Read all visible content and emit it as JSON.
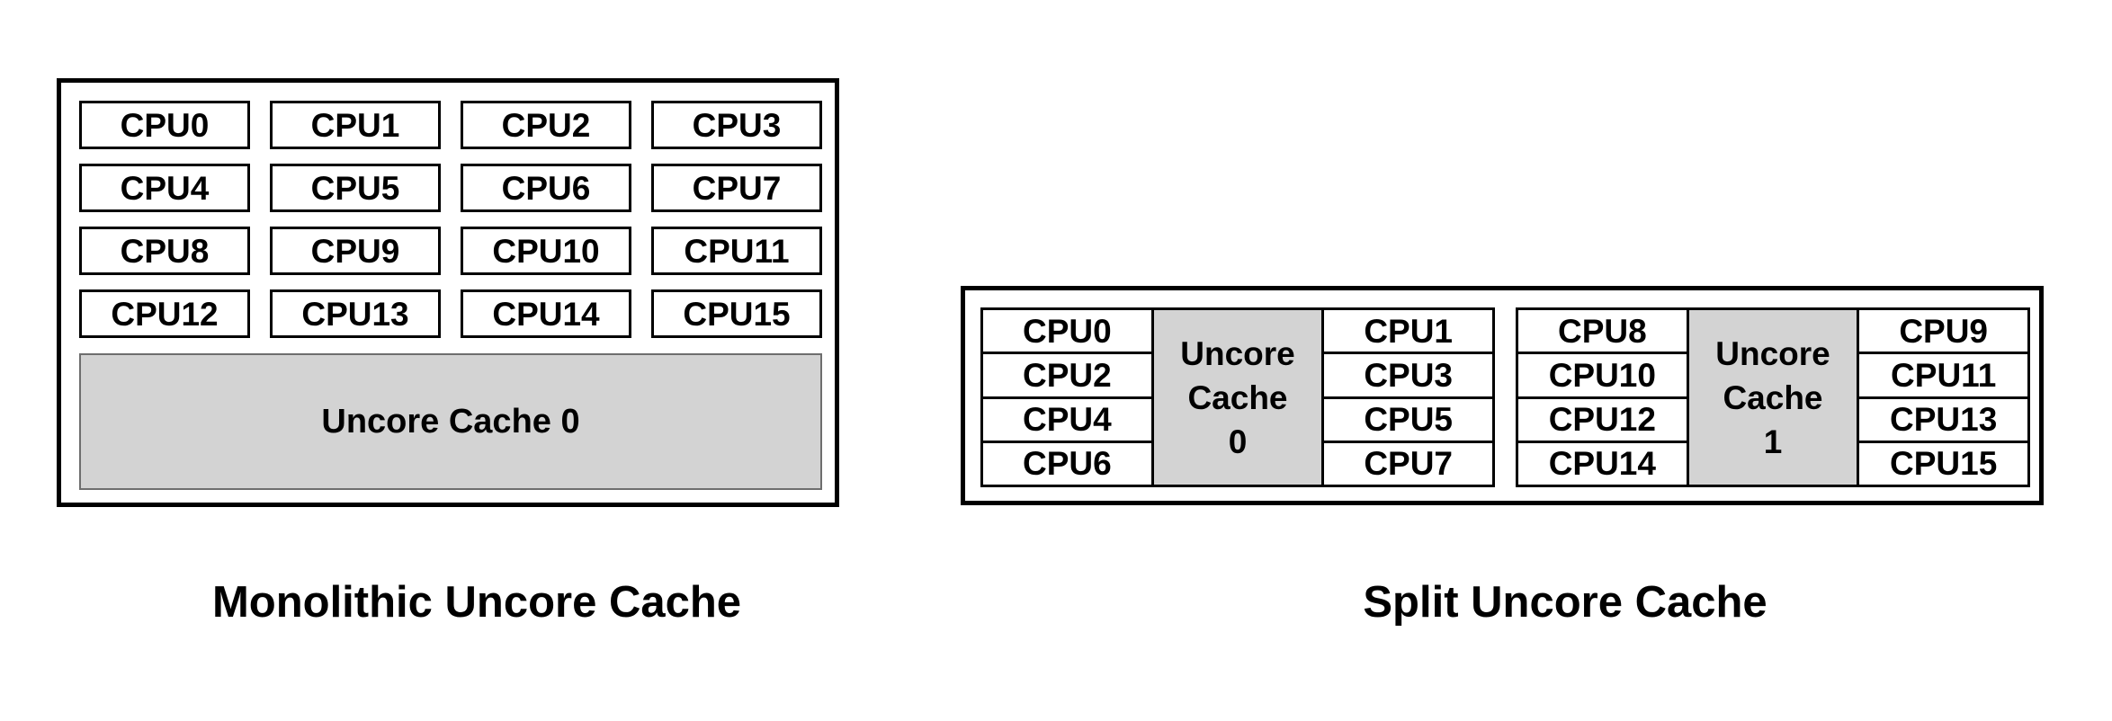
{
  "colors": {
    "background": "#ffffff",
    "border": "#000000",
    "cache_fill": "#d3d3d3",
    "text": "#000000"
  },
  "monolithic": {
    "caption": "Monolithic Uncore Cache",
    "cache_label": "Uncore Cache 0",
    "cpus": [
      "CPU0",
      "CPU1",
      "CPU2",
      "CPU3",
      "CPU4",
      "CPU5",
      "CPU6",
      "CPU7",
      "CPU8",
      "CPU9",
      "CPU10",
      "CPU11",
      "CPU12",
      "CPU13",
      "CPU14",
      "CPU15"
    ]
  },
  "split": {
    "caption": "Split Uncore Cache",
    "clusters": [
      {
        "left_cpus": [
          "CPU0",
          "CPU2",
          "CPU4",
          "CPU6"
        ],
        "cache_lines": [
          "Uncore",
          "Cache",
          "0"
        ],
        "right_cpus": [
          "CPU1",
          "CPU3",
          "CPU5",
          "CPU7"
        ]
      },
      {
        "left_cpus": [
          "CPU8",
          "CPU10",
          "CPU12",
          "CPU14"
        ],
        "cache_lines": [
          "Uncore",
          "Cache",
          "1"
        ],
        "right_cpus": [
          "CPU9",
          "CPU11",
          "CPU13",
          "CPU15"
        ]
      }
    ]
  }
}
